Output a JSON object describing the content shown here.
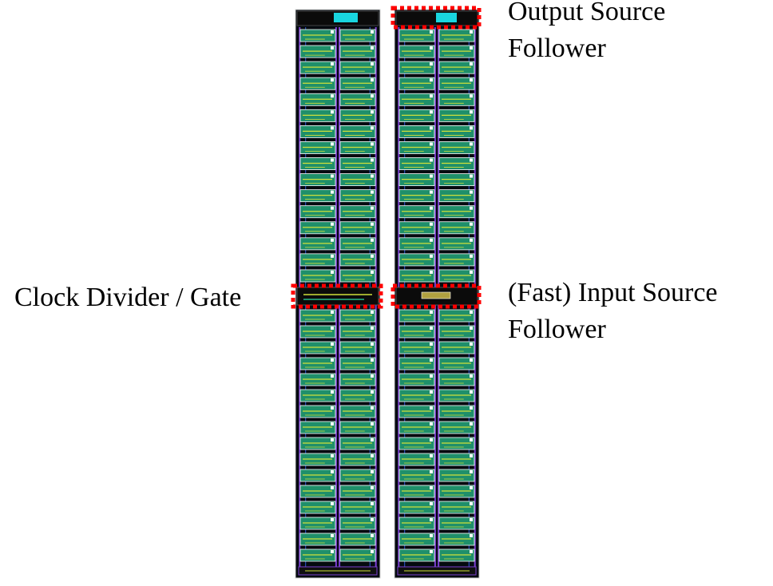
{
  "labels": {
    "output_sf_line1": "Output Source",
    "output_sf_line2": "Follower",
    "clock_divider": "Clock Divider / Gate",
    "input_sf_line1": "(Fast) Input Source",
    "input_sf_line2": "Follower"
  },
  "colors": {
    "background": "#ffffff",
    "column_bg": "#050a0f",
    "cell_fill": "#1f8f6a",
    "cell_outline": "#ffffff",
    "metal_wire": "#7a3fd0",
    "poly_wire": "#2d5bd6",
    "signal_line": "#cfe03a",
    "accent_cyan": "#19d6e0",
    "highlight_box": "#ff0000",
    "text": "#000000"
  },
  "layout_stats": {
    "columns": 2,
    "cell_rows_per_column": 32
  }
}
